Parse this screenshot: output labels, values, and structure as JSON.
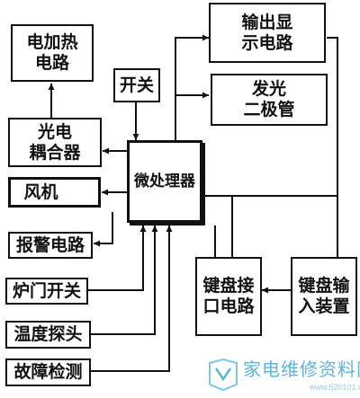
{
  "boxes": {
    "electric_heating": [
      "电加热",
      "电路"
    ],
    "display_output": [
      "输出显",
      "示电路"
    ],
    "switch": "开关",
    "led": [
      "发光",
      "二极管"
    ],
    "optocoupler": [
      "光电",
      "耦合器"
    ],
    "microprocessor": "微处理器",
    "fan": "风机",
    "alarm": "报警电路",
    "door_switch": "炉门开关",
    "temp_probe": "温度探头",
    "fault_detect": "故障检测",
    "keyboard_interface": [
      "键盘接",
      "口电路"
    ],
    "keyboard_input": [
      "键盘输",
      "入装置"
    ]
  },
  "watermark": {
    "text": "家电维修资料网",
    "url": "www.520101.com"
  }
}
